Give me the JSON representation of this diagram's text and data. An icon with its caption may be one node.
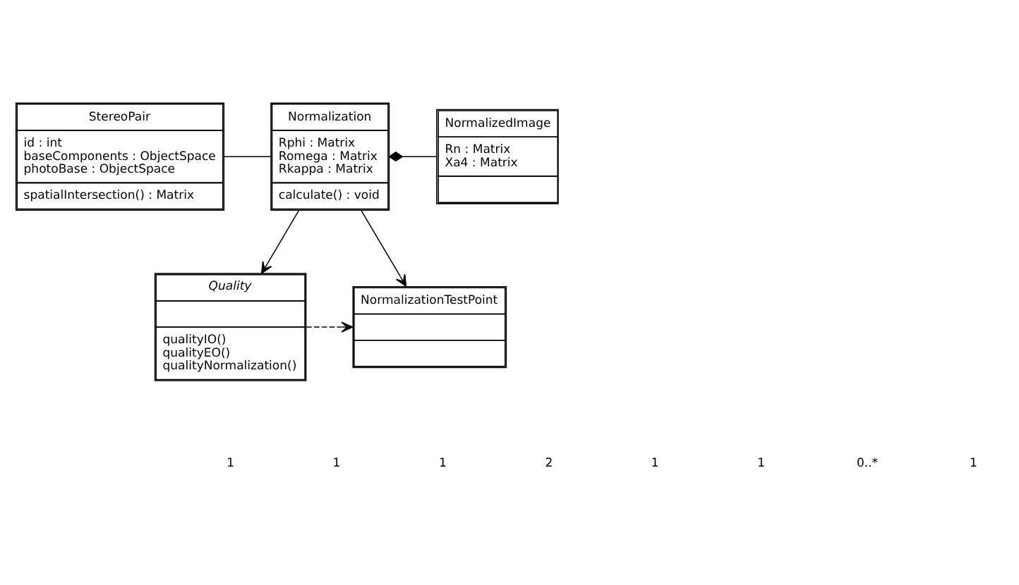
{
  "diagram": {
    "nodes": [
      {
        "text": [
          "StereoPair",
          "id : int",
          "baseComponents : ObjectSpace",
          "photoBase : ObjectSpace",
          "spatialIntersection() : Matrix"
        ]
      },
      {
        "text": [
          "Normalization",
          "Rphi : Matrix",
          "Romega : Matrix",
          "Rkappa : Matrix",
          "calculate() : void"
        ]
      },
      {
        "text": [
          "NormalizedImage",
          "Rn : Matrix",
          "Xa4 : Matrix"
        ]
      },
      {
        "text": [
          "Quality",
          "qualityIO()",
          "qualityEO()",
          "qualityNormalization()"
        ]
      },
      {
        "text": [
          "NormalizationTestPoint"
        ]
      }
    ],
    "edges": [
      {
        "from": 0,
        "to": 1,
        "arrow": "none"
      },
      {
        "from": 1,
        "to": 2,
        "arrow": "other"
      },
      {
        "from": 1,
        "to": 3,
        "arrow": "to"
      },
      {
        "from": 1,
        "to": 4,
        "arrow": "to"
      },
      {
        "from": 3,
        "to": 4,
        "arrow": "to",
        "style": "dashed"
      }
    ],
    "labels": [
      "1",
      "1",
      "1",
      "2",
      "1",
      "1",
      "0..*",
      "1"
    ]
  }
}
